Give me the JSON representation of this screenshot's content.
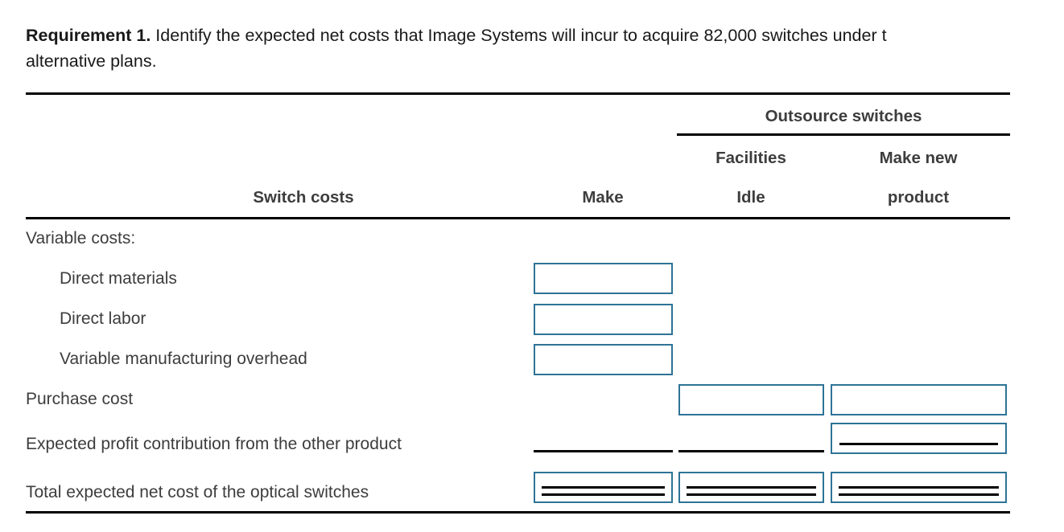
{
  "requirement": {
    "label": "Requirement 1.",
    "text_line1": " Identify the expected net costs that Image Systems will incur to acquire 82,000 switches under t",
    "text_line2": "alternative plans."
  },
  "table": {
    "group_header": "Outsource switches",
    "columns": [
      {
        "id": "switch_costs",
        "label": "Switch costs",
        "sub": ""
      },
      {
        "id": "make",
        "label": "Make",
        "sub": ""
      },
      {
        "id": "facilities_idle",
        "label": "Facilities",
        "sub": "Idle"
      },
      {
        "id": "make_new_product",
        "label": "Make new",
        "sub": "product"
      }
    ],
    "rows": [
      {
        "id": "variable_costs",
        "label": "Variable costs:",
        "indent": false,
        "cells": {
          "make": "",
          "facilities_idle": "",
          "make_new_product": ""
        }
      },
      {
        "id": "direct_materials",
        "label": "Direct materials",
        "indent": true,
        "cells": {
          "make": "",
          "facilities_idle": "",
          "make_new_product": ""
        }
      },
      {
        "id": "direct_labor",
        "label": "Direct labor",
        "indent": true,
        "cells": {
          "make": "",
          "facilities_idle": "",
          "make_new_product": ""
        }
      },
      {
        "id": "variable_manufacturing_overhead",
        "label": "Variable manufacturing overhead",
        "indent": true,
        "cells": {
          "make": "",
          "facilities_idle": "",
          "make_new_product": ""
        }
      },
      {
        "id": "purchase_cost",
        "label": "Purchase cost",
        "indent": false,
        "cells": {
          "make": "",
          "facilities_idle": "",
          "make_new_product": ""
        }
      },
      {
        "id": "expected_profit_contribution",
        "label": "Expected profit contribution from the other product",
        "indent": false,
        "cells": {
          "make": "",
          "facilities_idle": "",
          "make_new_product": ""
        }
      },
      {
        "id": "total_expected_net_cost",
        "label": "Total expected net cost of the optical switches",
        "indent": false,
        "cells": {
          "make": "",
          "facilities_idle": "",
          "make_new_product": ""
        }
      }
    ]
  },
  "colors": {
    "input_border": "#2e7396",
    "rule": "#000000",
    "header_text": "#3d3d3d",
    "body_text": "#3d3d3d",
    "prompt_text": "#191919"
  }
}
